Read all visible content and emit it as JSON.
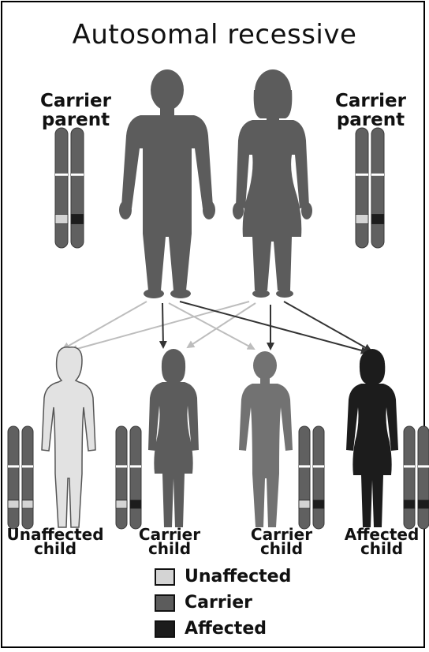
{
  "title": "Autosomal recessive",
  "parents": [
    {
      "label_line1": "Carrier",
      "label_line2": "parent"
    },
    {
      "label_line1": "Carrier",
      "label_line2": "parent"
    }
  ],
  "children": [
    {
      "label_line1": "Unaffected",
      "label_line2": "child",
      "status": "unaffected"
    },
    {
      "label_line1": "Carrier",
      "label_line2": "child",
      "status": "carrier"
    },
    {
      "label_line1": "Carrier",
      "label_line2": "child",
      "status": "carrier"
    },
    {
      "label_line1": "Affected",
      "label_line2": "child",
      "status": "affected"
    }
  ],
  "legend": [
    {
      "label": "Unaffected",
      "color": "#d4d4d4"
    },
    {
      "label": "Carrier",
      "color": "#5c5c5c"
    },
    {
      "label": "Affected",
      "color": "#1c1c1c"
    }
  ]
}
